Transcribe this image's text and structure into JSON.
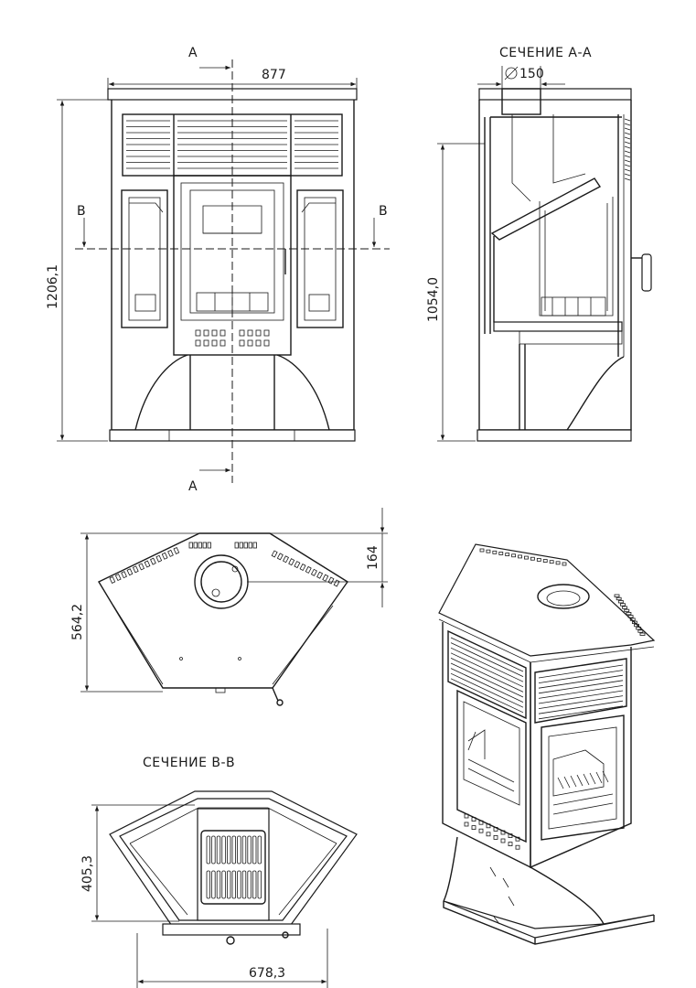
{
  "views": {
    "front": {
      "width_dim": "877",
      "height_dim": "1206,1",
      "section_a_top": "A",
      "section_a_bottom": "A",
      "section_b_left": "B",
      "section_b_right": "B"
    },
    "section_aa": {
      "title": "СЕЧЕНИЕ А-А",
      "flue_dim": "150",
      "height_dim": "1054,0"
    },
    "top": {
      "depth_dim": "564,2",
      "offset_dim": "164"
    },
    "section_bb": {
      "title": "СЕЧЕНИЕ В-В",
      "depth_dim": "405,3",
      "width_dim": "678,3"
    }
  },
  "colors": {
    "line": "#1a1a1a",
    "paper": "#ffffff"
  }
}
